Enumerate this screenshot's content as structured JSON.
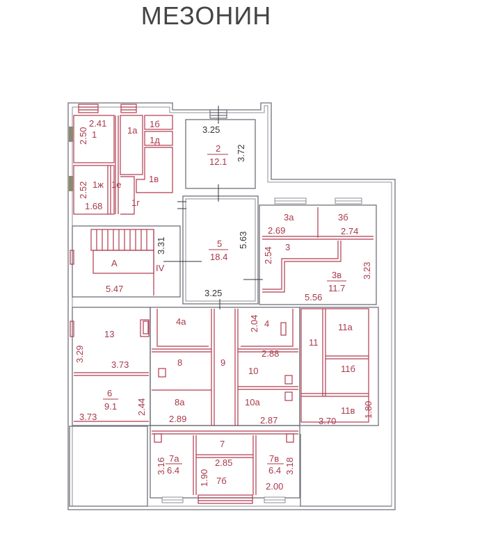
{
  "title": "МЕЗОНИН",
  "colors": {
    "outer_wall": "#6f6f7a",
    "inner_wall": "#b03a4e",
    "room_label": "#a8394a",
    "dim_dark": "#333333",
    "title": "#444444"
  },
  "rooms": {
    "r1": {
      "id": "1",
      "dim_w": "2.41",
      "dim_h": "2.50"
    },
    "r1a": {
      "id": "1а"
    },
    "r1b": {
      "id": "1б"
    },
    "r1v": {
      "id": "1в"
    },
    "r1g": {
      "id": "1г"
    },
    "r1d": {
      "id": "1д"
    },
    "r1e": {
      "id": "1е"
    },
    "r1zh": {
      "id": "1ж",
      "dim_w": "1.68",
      "dim_h": "2.52"
    },
    "r2": {
      "id": "2",
      "area": "12.1",
      "dim_w": "3.25",
      "dim_h": "3.72"
    },
    "r3": {
      "id": "3",
      "dim_h": "2.54"
    },
    "r3a": {
      "id": "3а",
      "dim_w": "2.69"
    },
    "r3b": {
      "id": "3б",
      "dim_w": "2.74"
    },
    "r3v": {
      "id": "3в",
      "area": "11.7",
      "dim_w": "5.56",
      "dim_h": "3.23"
    },
    "rA": {
      "id": "А",
      "dim_w": "5.47"
    },
    "rIV": {
      "id": "IV",
      "dim_h": "3.31"
    },
    "r5": {
      "id": "5",
      "area": "18.4",
      "dim_w": "3.25",
      "dim_h": "5.63"
    },
    "r13": {
      "id": "13",
      "dim_w": "3.73",
      "dim_h": "3.29"
    },
    "r6": {
      "id": "6",
      "area": "9.1",
      "dim_w": "3.73",
      "dim_h": "2.44"
    },
    "r4a": {
      "id": "4а"
    },
    "r4": {
      "id": "4",
      "dim_h": "2.04"
    },
    "r8": {
      "id": "8"
    },
    "r8a": {
      "id": "8а",
      "dim_w": "2.89"
    },
    "r9": {
      "id": "9"
    },
    "r10": {
      "id": "10",
      "dim_w": "2.88"
    },
    "r10a": {
      "id": "10а",
      "dim_w": "2.87"
    },
    "r11": {
      "id": "11"
    },
    "r11a": {
      "id": "11а"
    },
    "r11b": {
      "id": "11б"
    },
    "r11v": {
      "id": "11в",
      "dim_w": "3.70",
      "dim_h": "1.80"
    },
    "r7": {
      "id": "7"
    },
    "r7a": {
      "id": "7а",
      "area": "6.4",
      "dim_h": "3.16"
    },
    "r7b": {
      "id": "7б",
      "dim_w": "2.85",
      "dim_h": "1.90"
    },
    "r7v": {
      "id": "7в",
      "area": "6.4",
      "dim_w": "2.00",
      "dim_h": "3.18"
    }
  }
}
